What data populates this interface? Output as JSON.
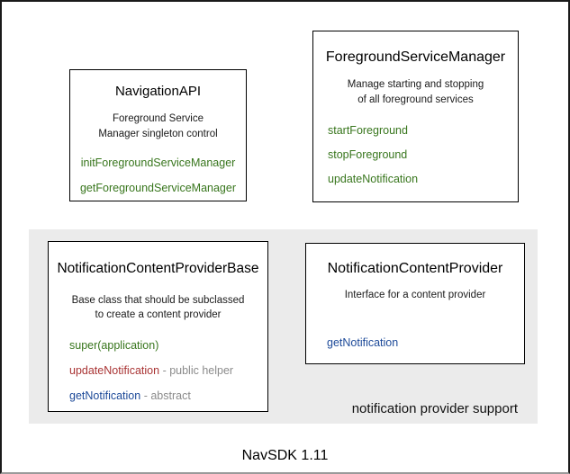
{
  "caption": "NavSDK 1.11",
  "colors": {
    "method_green": "#38761d",
    "method_red": "#a93434",
    "method_blue": "#1d4a99",
    "note_gray": "#8b8b8b",
    "group_bg": "#ebebeb"
  },
  "group": {
    "label": "notification provider support"
  },
  "boxes": {
    "navigation_api": {
      "title": "NavigationAPI",
      "desc_line1": "Foreground Service",
      "desc_line2": "Manager singleton control",
      "methods": {
        "init": "initForegroundServiceManager",
        "get": "getForegroundServiceManager"
      }
    },
    "foreground_service_manager": {
      "title": "ForegroundServiceManager",
      "desc_line1": "Manage starting and stopping",
      "desc_line2": "of all foreground services",
      "methods": {
        "start": "startForeground",
        "stop": "stopForeground",
        "update": "updateNotification"
      }
    },
    "notification_content_provider_base": {
      "title": "NotificationContentProviderBase",
      "desc_line1": "Base class that should be subclassed",
      "desc_line2": "to create a content provider",
      "methods": {
        "super": "super(application)",
        "update": "updateNotification",
        "update_note": "- public helper",
        "get": "getNotification",
        "get_note": "- abstract"
      }
    },
    "notification_content_provider": {
      "title": "NotificationContentProvider",
      "desc_line1": "Interface for a content provider",
      "methods": {
        "get": "getNotification"
      }
    }
  }
}
